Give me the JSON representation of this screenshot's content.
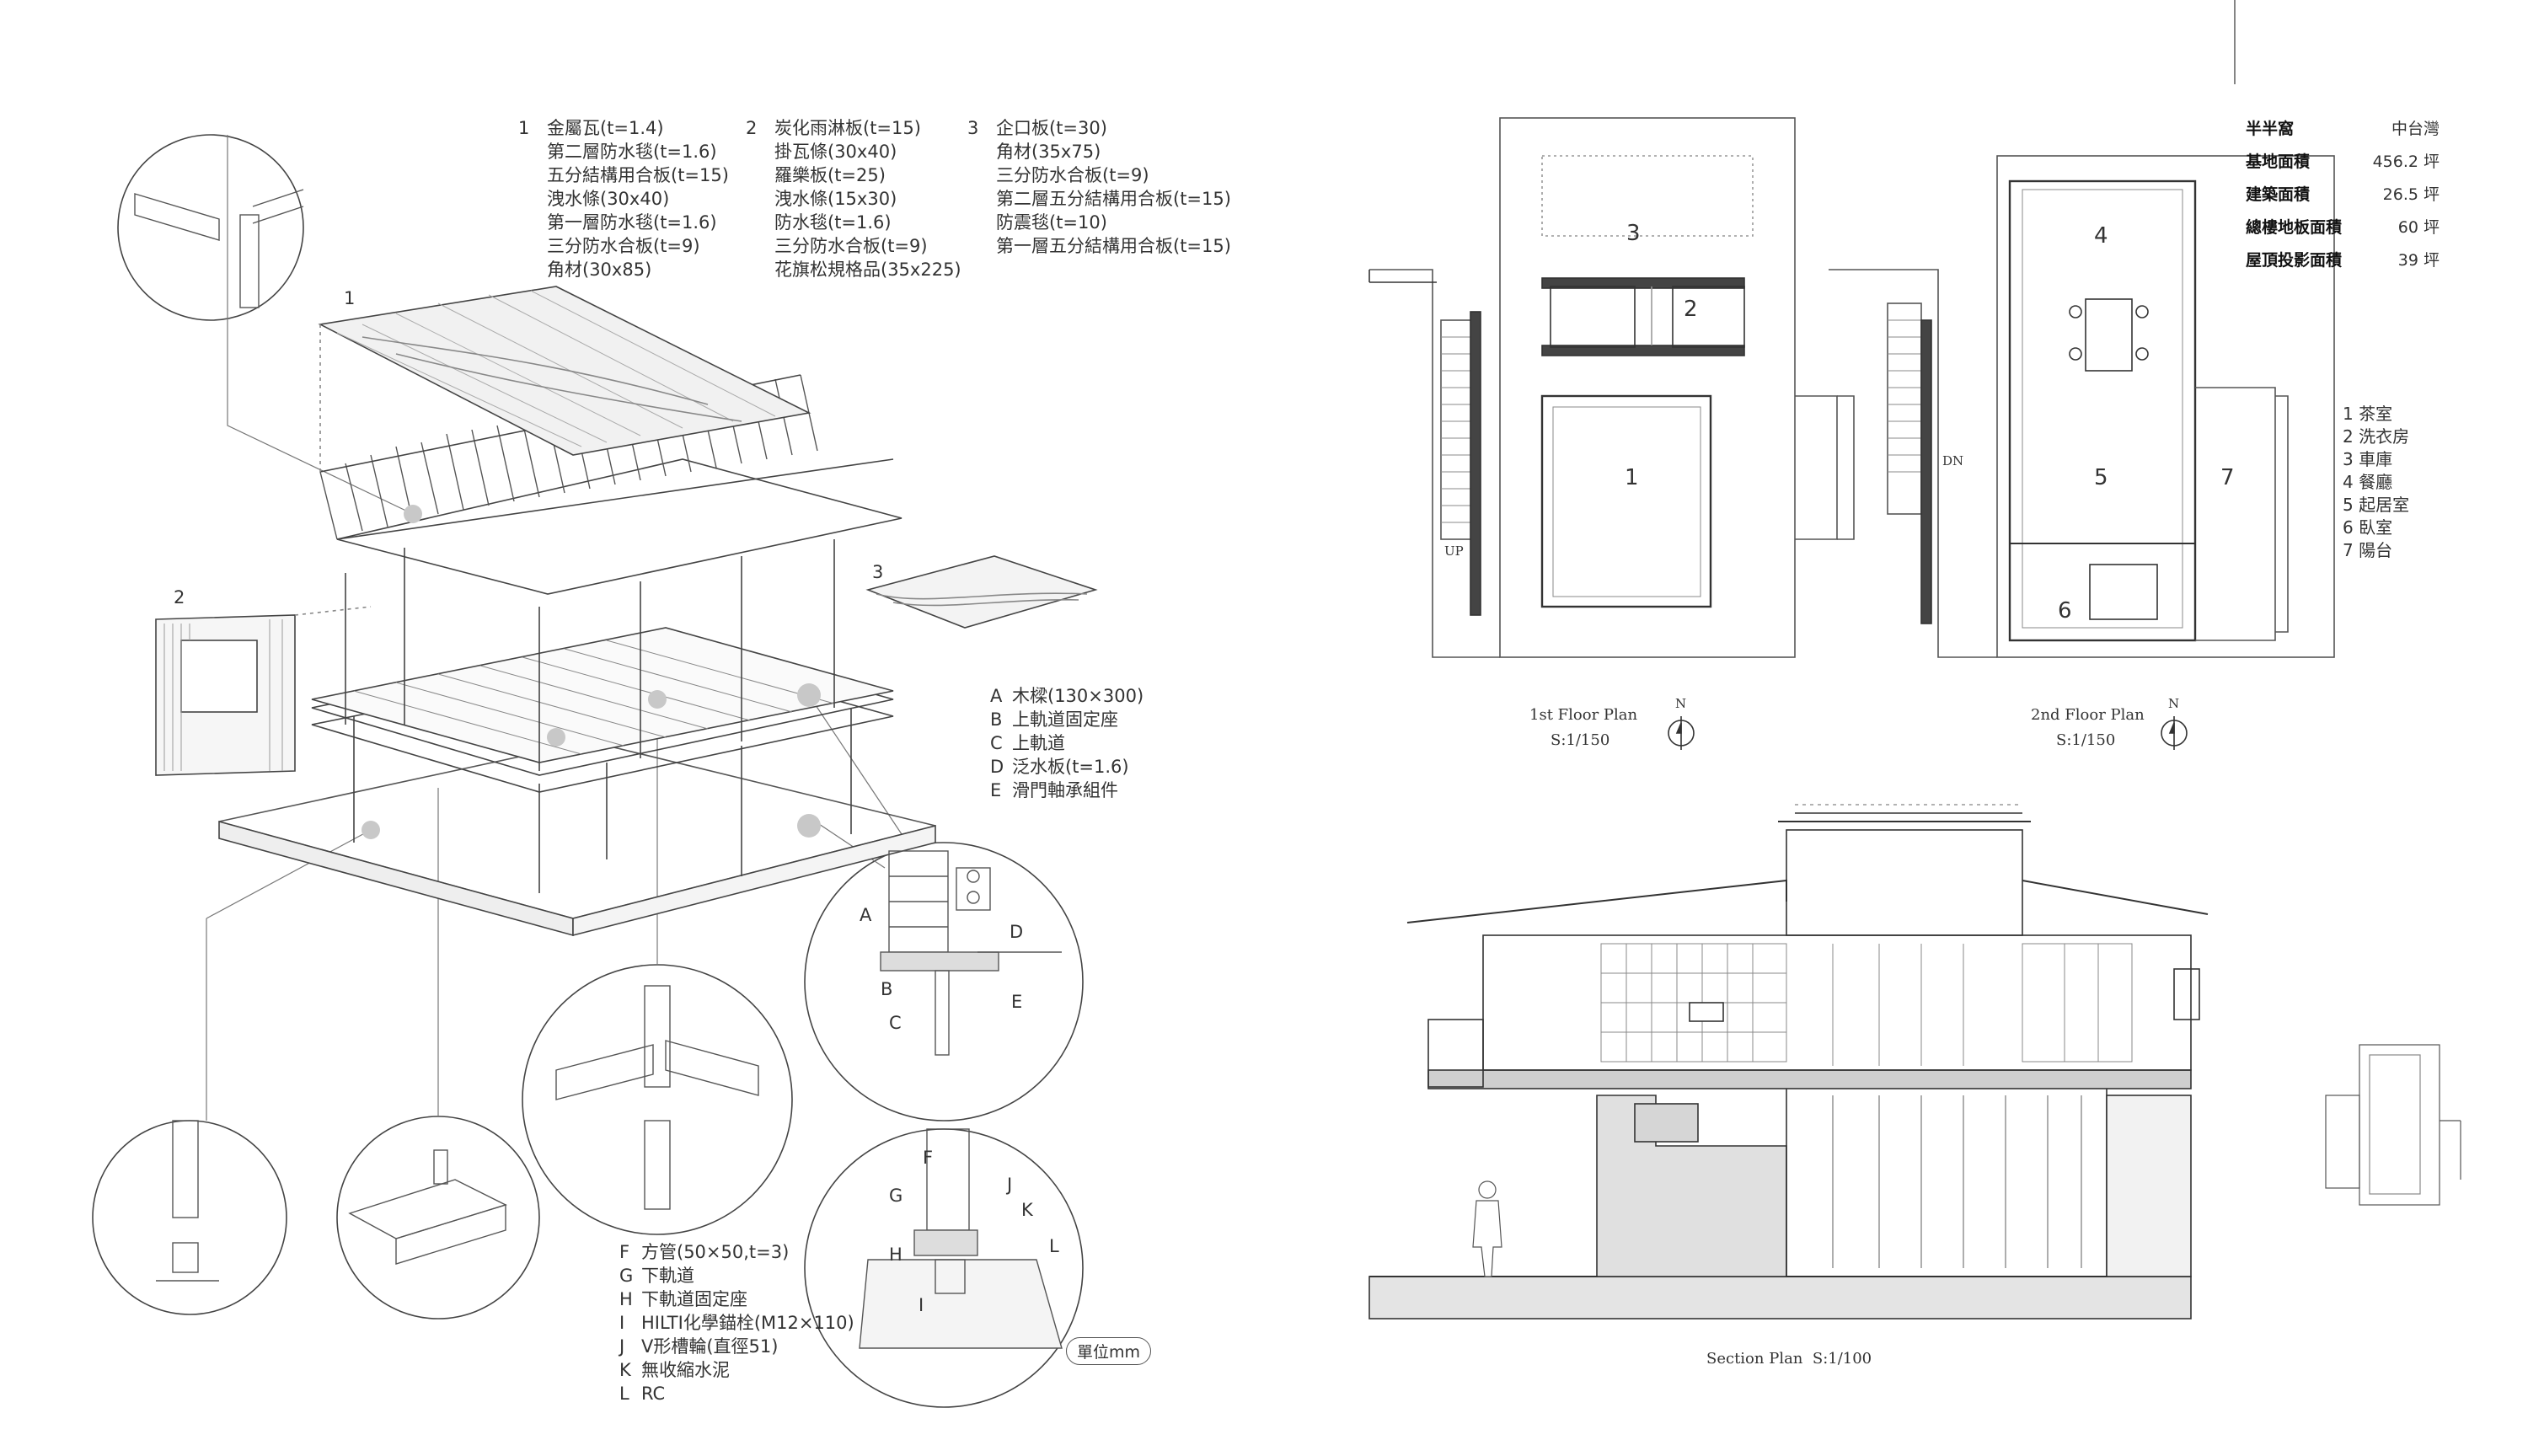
{
  "materials": {
    "group1": {
      "num": "1",
      "items": [
        "金屬瓦(t=1.4)",
        "第二層防水毯(t=1.6)",
        "五分結構用合板(t=15)",
        "洩水條(30x40)",
        "第一層防水毯(t=1.6)",
        "三分防水合板(t=9)",
        "角材(30x85)"
      ]
    },
    "group2": {
      "num": "2",
      "items": [
        "炭化雨淋板(t=15)",
        "掛瓦條(30x40)",
        "羅樂板(t=25)",
        "洩水條(15x30)",
        "防水毯(t=1.6)",
        "三分防水合板(t=9)",
        "花旗松規格品(35x225)"
      ]
    },
    "group3": {
      "num": "3",
      "items": [
        "企口板(t=30)",
        "角材(35x75)",
        "三分防水合板(t=9)",
        "第二層五分結構用合板(t=15)",
        "防震毯(t=10)",
        "第一層五分結構用合板(t=15)"
      ]
    }
  },
  "axon_labels": {
    "roof": "1",
    "wall": "2",
    "floor": "3"
  },
  "detail_legend_upper": [
    {
      "key": "A",
      "text": "木樑(130×300)"
    },
    {
      "key": "B",
      "text": "上軌道固定座"
    },
    {
      "key": "C",
      "text": "上軌道"
    },
    {
      "key": "D",
      "text": "泛水板(t=1.6)"
    },
    {
      "key": "E",
      "text": "滑門軸承組件"
    }
  ],
  "detail_legend_lower": [
    {
      "key": "F",
      "text": "方管(50×50,t=3)"
    },
    {
      "key": "G",
      "text": "下軌道"
    },
    {
      "key": "H",
      "text": "下軌道固定座"
    },
    {
      "key": "I",
      "text": "HILTI化學錨栓(M12×110)"
    },
    {
      "key": "J",
      "text": "V形槽輪(直徑51)"
    },
    {
      "key": "K",
      "text": "無收縮水泥"
    },
    {
      "key": "L",
      "text": "RC"
    }
  ],
  "detail_letters": {
    "upper": [
      "A",
      "B",
      "C",
      "D",
      "E"
    ],
    "lower": [
      "F",
      "G",
      "H",
      "I",
      "J",
      "K",
      "L"
    ]
  },
  "unit_label": "單位mm",
  "info": {
    "rows": [
      {
        "k": "半半窩",
        "v": "中台灣"
      },
      {
        "k": "基地面積",
        "v": "456.2 坪"
      },
      {
        "k": "建築面積",
        "v": "26.5 坪"
      },
      {
        "k": "總樓地板面積",
        "v": "60 坪"
      },
      {
        "k": "屋頂投影面積",
        "v": "39 坪"
      }
    ]
  },
  "rooms": [
    "1  茶室",
    "2  洗衣房",
    "3  車庫",
    "4  餐廳",
    "5  起居室",
    "6  臥室",
    "7  陽台"
  ],
  "plan1": {
    "title": "1st Floor Plan",
    "scale": "S:1/150",
    "nums": [
      "1",
      "2",
      "3"
    ],
    "up": "UP",
    "north": "N"
  },
  "plan2": {
    "title": "2nd Floor Plan",
    "scale": "S:1/150",
    "nums": [
      "4",
      "5",
      "6",
      "7"
    ],
    "dn": "DN",
    "north": "N"
  },
  "section": {
    "title": "Section Plan",
    "scale": "S:1/100"
  }
}
